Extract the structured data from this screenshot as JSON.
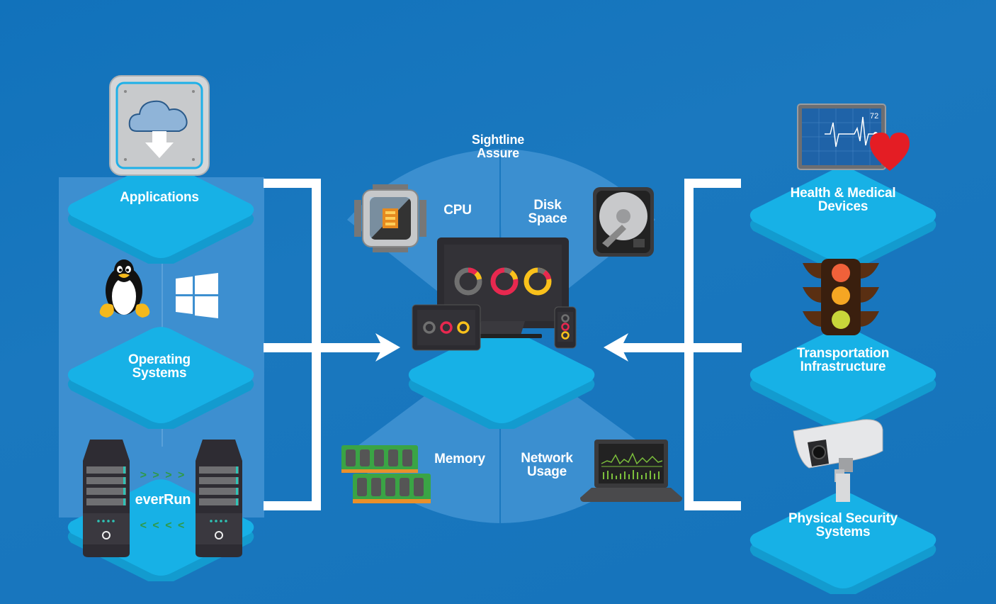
{
  "diagram": {
    "title": "Sightline Assure",
    "colors": {
      "background": "#1575bd",
      "platform_top": "#17b1e6",
      "platform_side": "#139bcf",
      "panel": "#3d8fd0",
      "connector": "#ffffff",
      "donut_gray": "#707070",
      "donut_red": "#e8284f",
      "donut_yellow": "#f9c11b"
    },
    "left_column": {
      "items": [
        {
          "label": "Applications",
          "icon": "cloud-download-icon"
        },
        {
          "label_line1": "Operating",
          "label_line2": "Systems",
          "icons": [
            "linux-penguin-icon",
            "windows-logo-icon"
          ]
        },
        {
          "label": "everRun",
          "icons": [
            "server-icon",
            "server-icon"
          ],
          "forward_arrows": "> > > >",
          "back_arrows": "< < < <"
        }
      ]
    },
    "center": {
      "title_line1": "Sightline",
      "title_line2": "Assure",
      "metrics": [
        {
          "label": "CPU",
          "icon": "cpu-chip-icon"
        },
        {
          "label_line1": "Disk",
          "label_line2": "Space",
          "icon": "hard-drive-icon"
        },
        {
          "label": "Memory",
          "icon": "ram-module-icon"
        },
        {
          "label_line1": "Network",
          "label_line2": "Usage",
          "icon": "laptop-graph-icon"
        }
      ],
      "devices": [
        "monitor-icon",
        "tablet-icon",
        "phone-icon"
      ]
    },
    "right_column": {
      "items": [
        {
          "label_line1": "Health & Medical",
          "label_line2": "Devices",
          "icon": "heart-monitor-icon",
          "monitor_reading": "72"
        },
        {
          "label_line1": "Transportation",
          "label_line2": "Infrastructure",
          "icon": "traffic-light-icon"
        },
        {
          "label_line1": "Physical Security",
          "label_line2": "Systems",
          "icon": "security-camera-icon"
        }
      ]
    }
  }
}
